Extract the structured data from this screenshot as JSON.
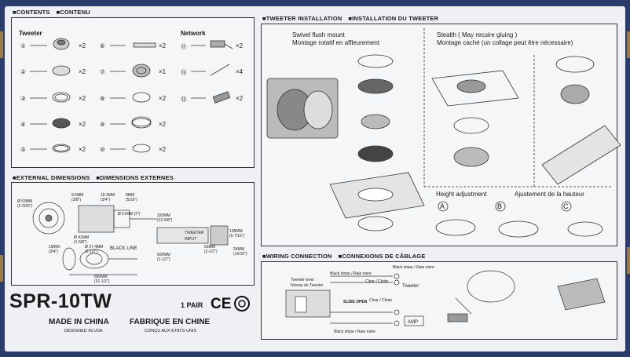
{
  "contents": {
    "heading_en": "CONTENTS",
    "heading_fr": "CONTENU",
    "tweeter_label": "Tweeter",
    "network_label": "Network",
    "items": [
      {
        "num": "①",
        "qty": "×2"
      },
      {
        "num": "②",
        "qty": "×2"
      },
      {
        "num": "③",
        "qty": "×2"
      },
      {
        "num": "④",
        "qty": "×2"
      },
      {
        "num": "⑤",
        "qty": "×2"
      },
      {
        "num": "⑥",
        "qty": "×2"
      },
      {
        "num": "⑦",
        "qty": "×1"
      },
      {
        "num": "⑧",
        "qty": "×2"
      },
      {
        "num": "⑨",
        "qty": "×2"
      },
      {
        "num": "⑩",
        "qty": "×2"
      },
      {
        "num": "⑪",
        "qty": "×2"
      },
      {
        "num": "⑫",
        "qty": "×4"
      },
      {
        "num": "⑬",
        "qty": "×2"
      }
    ]
  },
  "dimensions": {
    "heading_en": "EXTERNAL DIMENSIONS",
    "heading_fr": "DIMENSIONS EXTERNES",
    "labels": {
      "d1": "Ø 53MM",
      "d1b": "(2-3/32\")",
      "d2": "9.5MM",
      "d2b": "(3/8\")",
      "d3": "18.3MM",
      "d3b": "(3/4\")",
      "d4": "8MM",
      "d4b": "(5/16\")",
      "d5": "320MM",
      "d5b": "(12-5/8\")",
      "d6": "Ø 51MM",
      "d6b": "(2\")",
      "d7": "Ø 41MM",
      "d7b": "(1-5/8\")",
      "tweeter": "TWEETER",
      "input": "INPUT",
      "d8": "138MM",
      "d8b": "(5-7/16\")",
      "d9": "19MM",
      "d9b": "(3/4\")",
      "d10": "Ø 37.4MM",
      "d10b": "(1-1/2\")",
      "black_line": "BLACK LINE",
      "d11": "500MM",
      "d11b": "(1-1/2\")",
      "d12": "63MM",
      "d12b": "(2-1/2\")",
      "d13": "24MM",
      "d13b": "(15/16\")",
      "d14": "800MM",
      "d14b": "(31-1/2\")"
    }
  },
  "product": {
    "model": "SPR-10TW",
    "pair": "1 PAIR",
    "made_en": "MADE IN CHINA",
    "made_fr": "FABRIQUE EN CHINE",
    "designed_en": "DESIGNED IN USA",
    "designed_fr": "CONÇU AUX ETATS-UNIS"
  },
  "tweeter_install": {
    "heading_en": "TWEETER INSTALLATION",
    "heading_fr": "INSTALLATION DU TWEETER",
    "flush_en": "Swivel flush mount",
    "flush_fr": "Montage rotatif en affleurement",
    "stealth_en": "Stealth ( May recuire gluing )",
    "stealth_fr": "Montage caché (un collage peut être nécessaire)",
    "height_en": "Height adjustment",
    "height_fr": "Ajustement de la hauteur",
    "height_options": [
      "A",
      "B",
      "C"
    ]
  },
  "wiring": {
    "heading_en": "WIRING CONNECTION",
    "heading_fr": "CONNEXIONS DE CÂBLAGE",
    "tweeter_level": "Tweeter level",
    "tweeter_level_fr": "Niveau du Tweeter",
    "black_stripe": "Black stripe / Raie noire",
    "clear": "Clear / Claire",
    "tweeter": "Tweeter",
    "slide_open": "SLIDE OPEN",
    "amp": "AMP"
  }
}
